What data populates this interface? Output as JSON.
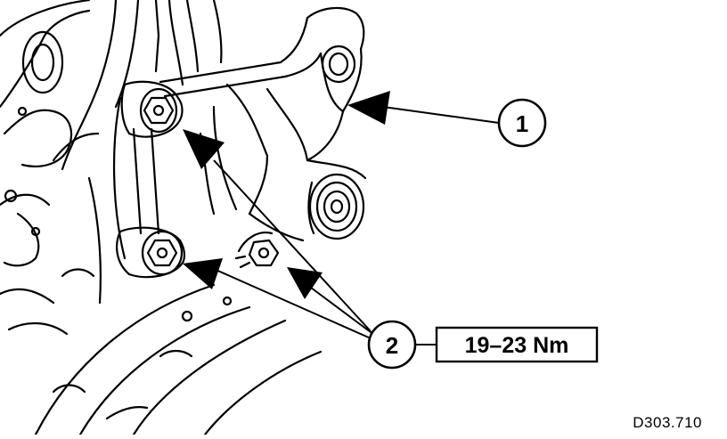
{
  "callouts": [
    {
      "id": "1",
      "label": "1"
    },
    {
      "id": "2",
      "label": "2"
    }
  ],
  "torque": {
    "text": "19–23 Nm"
  },
  "reference_code": "D303.710",
  "colors": {
    "ink": "#000000",
    "paper": "#ffffff"
  }
}
